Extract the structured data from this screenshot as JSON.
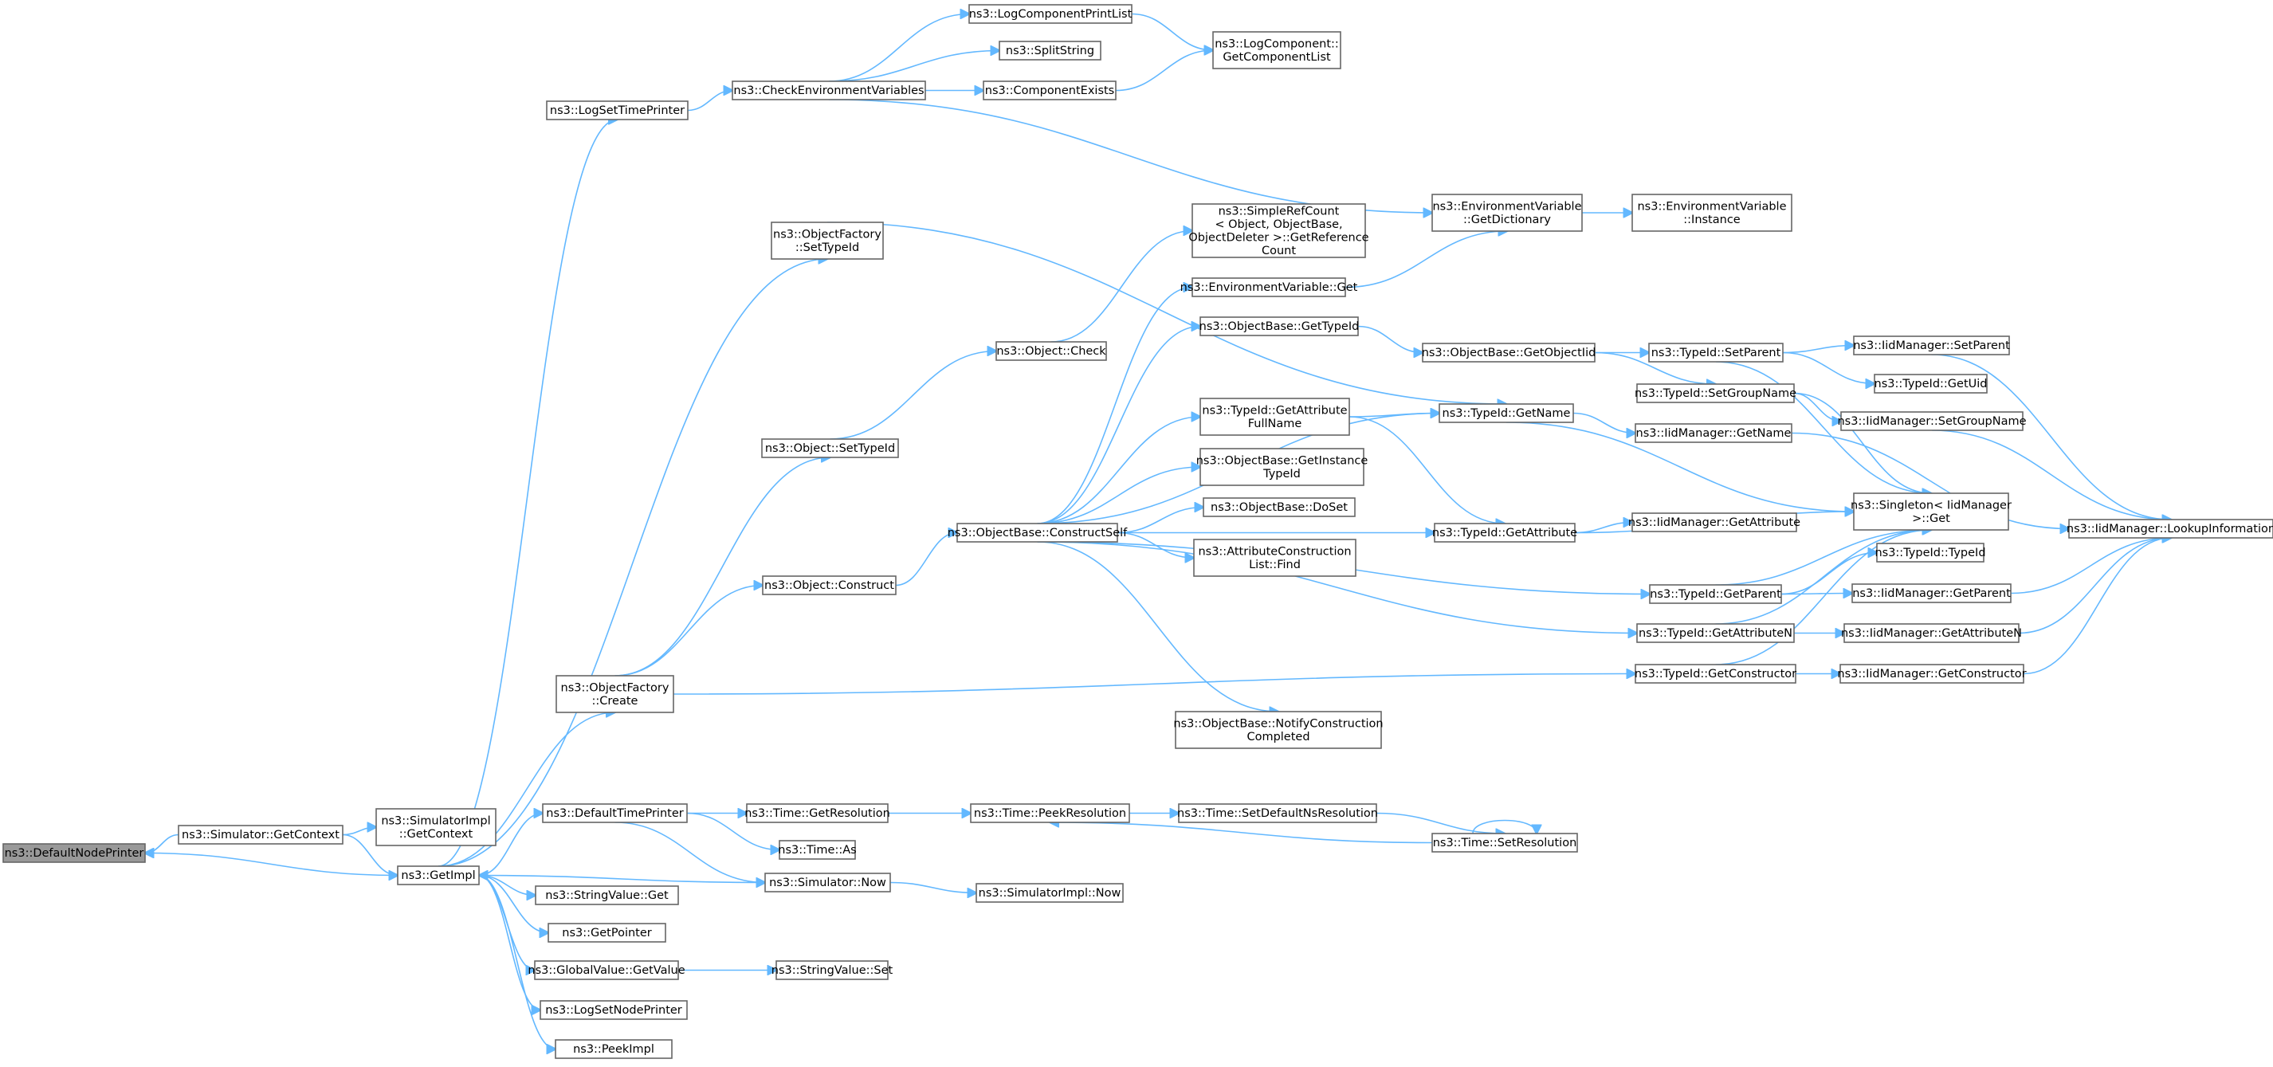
{
  "graph": {
    "nodes": [
      {
        "id": "dnp",
        "lines": [
          "ns3::DefaultNodePrinter"
        ],
        "root": true
      },
      {
        "id": "simgc",
        "lines": [
          "ns3::Simulator::GetContext"
        ]
      },
      {
        "id": "simimplgc",
        "lines": [
          "ns3::SimulatorImpl",
          "::GetContext"
        ]
      },
      {
        "id": "getimpl",
        "lines": [
          "ns3::GetImpl"
        ]
      },
      {
        "id": "logstp",
        "lines": [
          "ns3::LogSetTimePrinter"
        ]
      },
      {
        "id": "cev",
        "lines": [
          "ns3::CheckEnvironmentVariables"
        ]
      },
      {
        "id": "lcpl",
        "lines": [
          "ns3::LogComponentPrintList"
        ]
      },
      {
        "id": "split",
        "lines": [
          "ns3::SplitString"
        ]
      },
      {
        "id": "compex",
        "lines": [
          "ns3::ComponentExists"
        ]
      },
      {
        "id": "lcgcl",
        "lines": [
          "ns3::LogComponent::",
          "GetComponentList"
        ]
      },
      {
        "id": "envgd",
        "lines": [
          "ns3::EnvironmentVariable",
          "::GetDictionary"
        ]
      },
      {
        "id": "envinst",
        "lines": [
          "ns3::EnvironmentVariable",
          "::Instance"
        ]
      },
      {
        "id": "ofsti",
        "lines": [
          "ns3::ObjectFactory",
          "::SetTypeId"
        ]
      },
      {
        "id": "simpleref",
        "lines": [
          "ns3::SimpleRefCount",
          "< Object, ObjectBase,",
          "ObjectDeleter >::GetReference",
          "Count"
        ]
      },
      {
        "id": "envget",
        "lines": [
          "ns3::EnvironmentVariable::Get"
        ]
      },
      {
        "id": "obgti",
        "lines": [
          "ns3::ObjectBase::GetTypeId"
        ]
      },
      {
        "id": "obgoi",
        "lines": [
          "ns3::ObjectBase::GetObjectIid"
        ]
      },
      {
        "id": "tisp",
        "lines": [
          "ns3::TypeId::SetParent"
        ]
      },
      {
        "id": "imsp",
        "lines": [
          "ns3::IidManager::SetParent"
        ]
      },
      {
        "id": "tigu",
        "lines": [
          "ns3::TypeId::GetUid"
        ]
      },
      {
        "id": "objcheck",
        "lines": [
          "ns3::Object::Check"
        ]
      },
      {
        "id": "tigafn",
        "lines": [
          "ns3::TypeId::GetAttribute",
          "FullName"
        ]
      },
      {
        "id": "tign",
        "lines": [
          "ns3::TypeId::GetName"
        ]
      },
      {
        "id": "tisgn",
        "lines": [
          "ns3::TypeId::SetGroupName"
        ]
      },
      {
        "id": "imsgn",
        "lines": [
          "ns3::IidManager::SetGroupName"
        ]
      },
      {
        "id": "imgn",
        "lines": [
          "ns3::IidManager::GetName"
        ]
      },
      {
        "id": "objsti",
        "lines": [
          "ns3::Object::SetTypeId"
        ]
      },
      {
        "id": "obgiti",
        "lines": [
          "ns3::ObjectBase::GetInstance",
          "TypeId"
        ]
      },
      {
        "id": "singget",
        "lines": [
          "ns3::Singleton< IidManager",
          ">::Get"
        ]
      },
      {
        "id": "obdoset",
        "lines": [
          "ns3::ObjectBase::DoSet"
        ]
      },
      {
        "id": "imli",
        "lines": [
          "ns3::IidManager::LookupInformation"
        ]
      },
      {
        "id": "obcs",
        "lines": [
          "ns3::ObjectBase::ConstructSelf"
        ]
      },
      {
        "id": "tiga",
        "lines": [
          "ns3::TypeId::GetAttribute"
        ]
      },
      {
        "id": "imga",
        "lines": [
          "ns3::IidManager::GetAttribute"
        ]
      },
      {
        "id": "aclf",
        "lines": [
          "ns3::AttributeConstruction",
          "List::Find"
        ]
      },
      {
        "id": "tiTypeId",
        "lines": [
          "ns3::TypeId::TypeId"
        ]
      },
      {
        "id": "objcons",
        "lines": [
          "ns3::Object::Construct"
        ]
      },
      {
        "id": "tigp",
        "lines": [
          "ns3::TypeId::GetParent"
        ]
      },
      {
        "id": "imgp",
        "lines": [
          "ns3::IidManager::GetParent"
        ]
      },
      {
        "id": "tigan",
        "lines": [
          "ns3::TypeId::GetAttributeN"
        ]
      },
      {
        "id": "imgan",
        "lines": [
          "ns3::IidManager::GetAttributeN"
        ]
      },
      {
        "id": "ofcreate",
        "lines": [
          "ns3::ObjectFactory",
          "::Create"
        ]
      },
      {
        "id": "tigc",
        "lines": [
          "ns3::TypeId::GetConstructor"
        ]
      },
      {
        "id": "imgc",
        "lines": [
          "ns3::IidManager::GetConstructor"
        ]
      },
      {
        "id": "obnc",
        "lines": [
          "ns3::ObjectBase::NotifyConstruction",
          "Completed"
        ]
      },
      {
        "id": "dtp",
        "lines": [
          "ns3::DefaultTimePrinter"
        ]
      },
      {
        "id": "timegr",
        "lines": [
          "ns3::Time::GetResolution"
        ]
      },
      {
        "id": "timepr",
        "lines": [
          "ns3::Time::PeekResolution"
        ]
      },
      {
        "id": "timesdnr",
        "lines": [
          "ns3::Time::SetDefaultNsResolution"
        ]
      },
      {
        "id": "timeas",
        "lines": [
          "ns3::Time::As"
        ]
      },
      {
        "id": "timesr",
        "lines": [
          "ns3::Time::SetResolution"
        ]
      },
      {
        "id": "simnow",
        "lines": [
          "ns3::Simulator::Now"
        ]
      },
      {
        "id": "simimplnow",
        "lines": [
          "ns3::SimulatorImpl::Now"
        ]
      },
      {
        "id": "svget",
        "lines": [
          "ns3::StringValue::Get"
        ]
      },
      {
        "id": "getptr",
        "lines": [
          "ns3::GetPointer"
        ]
      },
      {
        "id": "gvgv",
        "lines": [
          "ns3::GlobalValue::GetValue"
        ]
      },
      {
        "id": "svset",
        "lines": [
          "ns3::StringValue::Set"
        ]
      },
      {
        "id": "logsnp",
        "lines": [
          "ns3::LogSetNodePrinter"
        ]
      },
      {
        "id": "peekimpl",
        "lines": [
          "ns3::PeekImpl"
        ]
      }
    ]
  }
}
